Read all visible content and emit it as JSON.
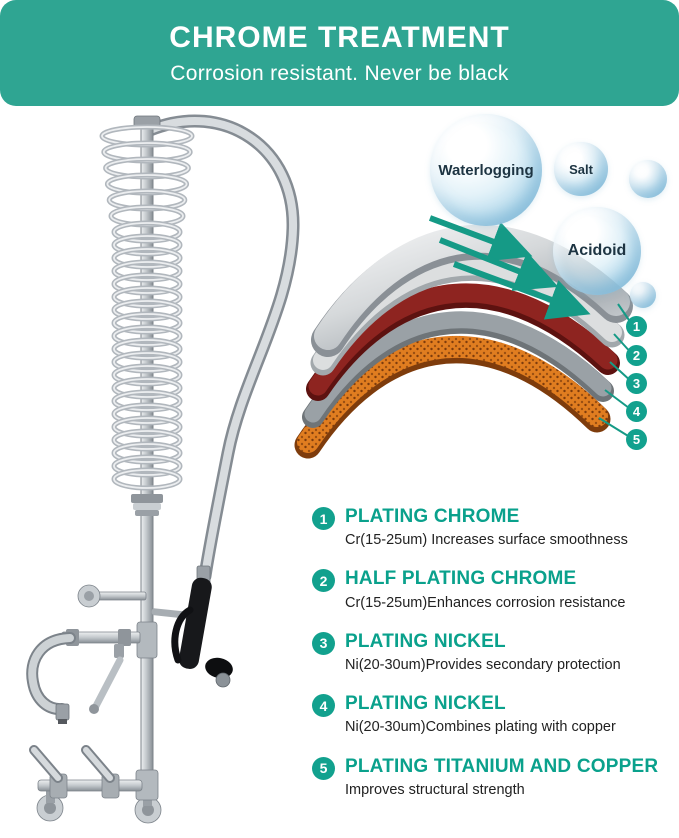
{
  "header": {
    "title": "CHROME TREATMENT",
    "subtitle": "Corrosion resistant. Never be black"
  },
  "bubbles": {
    "waterlogging": "Waterlogging",
    "salt": "Salt",
    "acidoid": "Acidoid"
  },
  "diagram": {
    "callouts": [
      "1",
      "2",
      "3",
      "4",
      "5"
    ]
  },
  "plating": {
    "items": [
      {
        "num": "1",
        "title": "PLATING CHROME",
        "desc": "Cr(15-25um) Increases surface smoothness"
      },
      {
        "num": "2",
        "title": "HALF PLATING CHROME",
        "desc": "Cr(15-25um)Enhances corrosion resistance"
      },
      {
        "num": "3",
        "title": "PLATING NICKEL",
        "desc": "Ni(20-30um)Provides secondary protection"
      },
      {
        "num": "4",
        "title": "PLATING NICKEL",
        "desc": "Ni(20-30um)Combines plating with copper"
      },
      {
        "num": "5",
        "title": "PLATING TITANIUM AND COPPER",
        "desc": "Improves structural strength"
      }
    ]
  },
  "colors": {
    "banner_bg": "#2fa592",
    "accent_teal": "#0aa18c",
    "badge_teal": "#12a18e",
    "arrow_teal": "#159a86",
    "text_dark": "#222222",
    "layer_light_gray": "#dcdedf",
    "layer_red": "#8e2420",
    "layer_gray": "#9aa1a6",
    "layer_copper": "#e07d20"
  }
}
